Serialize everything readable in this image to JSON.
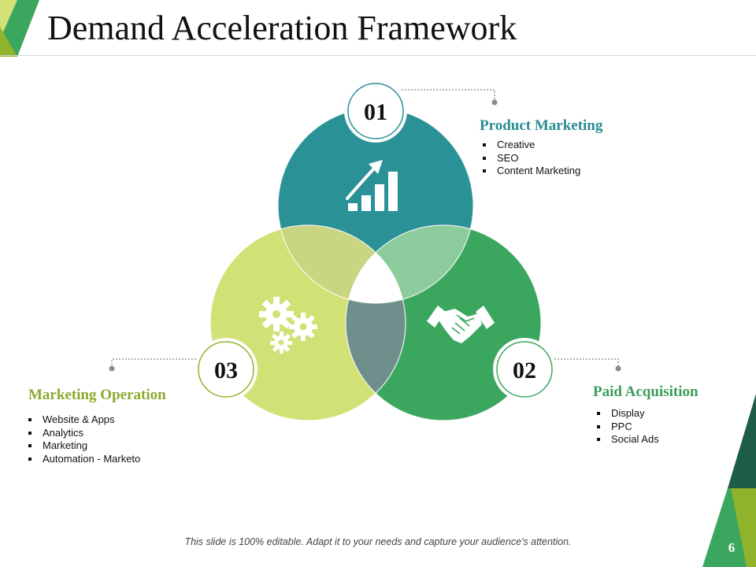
{
  "slide": {
    "title": "Demand Acceleration Framework",
    "footer": "This slide is 100% editable. Adapt it to your needs and capture your audience's attention.",
    "page_number": "6"
  },
  "circles": [
    {
      "number": "01",
      "heading": "Product Marketing",
      "color": "#2a9196",
      "icon": "bar-chart-growth-icon",
      "bullets": [
        "Creative",
        "SEO",
        "Content Marketing"
      ]
    },
    {
      "number": "02",
      "heading": "Paid Acquisition",
      "color": "#3ba65e",
      "icon": "handshake-icon",
      "bullets": [
        "Display",
        "PPC",
        "Social Ads"
      ]
    },
    {
      "number": "03",
      "heading": "Marketing Operation",
      "color": "#d2e176",
      "icon": "gears-icon",
      "bullets": [
        "Website & Apps",
        "Analytics",
        "Marketing",
        "Automation - Marketo"
      ]
    }
  ],
  "colors": {
    "teal": "#2a9196",
    "green": "#3ba65e",
    "lime": "#d2e176",
    "overlap_teal_lime": "#c9d581",
    "overlap_teal_green": "#8ccb9c",
    "overlap_green_lime": "#6e8f8c",
    "heading_teal": "#2a8c91",
    "heading_green": "#3a9e5b",
    "heading_lime": "#8aab2e",
    "dark_green": "#1e5c4a",
    "accent_lime": "#8fb32a"
  }
}
